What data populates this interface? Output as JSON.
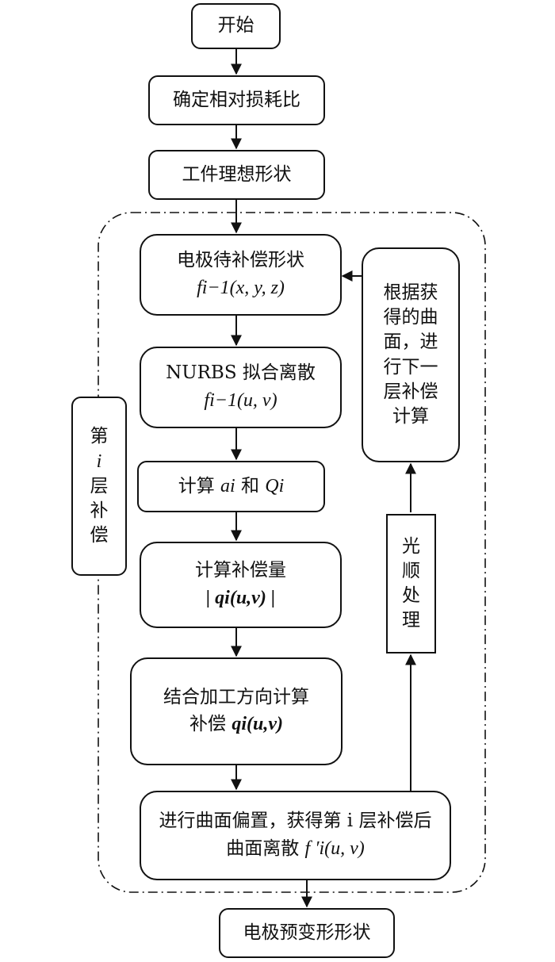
{
  "nodes": {
    "start": "开始",
    "ratio": "确定相对损耗比",
    "ideal": "工件理想形状",
    "electrode": {
      "line1": "电极待补偿形状",
      "formula": "fi−1(x, y, z)"
    },
    "nurbs": {
      "line1": "NURBS 拟合离散",
      "formula": "fi−1(u, v)"
    },
    "compute_a": {
      "prefix": "计算 ",
      "a": "ai",
      "mid": " 和 ",
      "q": "Qi"
    },
    "amount": {
      "line1": "计算补偿量",
      "formula": "| qi(u,v) |"
    },
    "direction": {
      "line1": "结合加工方向计算",
      "line2_prefix": "补偿 ",
      "formula": "qi(u,v)"
    },
    "offset": {
      "line1": "进行曲面偏置，获得第 i 层补偿后",
      "line2_prefix": "曲面离散 ",
      "formula": "f ′i(u, v)"
    },
    "final": "电极预变形形状",
    "smooth": [
      "光",
      "顺",
      "处",
      "理"
    ],
    "next": [
      "根据获",
      "得的曲",
      "面，进",
      "行下一",
      "层补偿",
      "计算"
    ],
    "layer": [
      "第",
      "i",
      "层",
      "补",
      "偿"
    ]
  }
}
